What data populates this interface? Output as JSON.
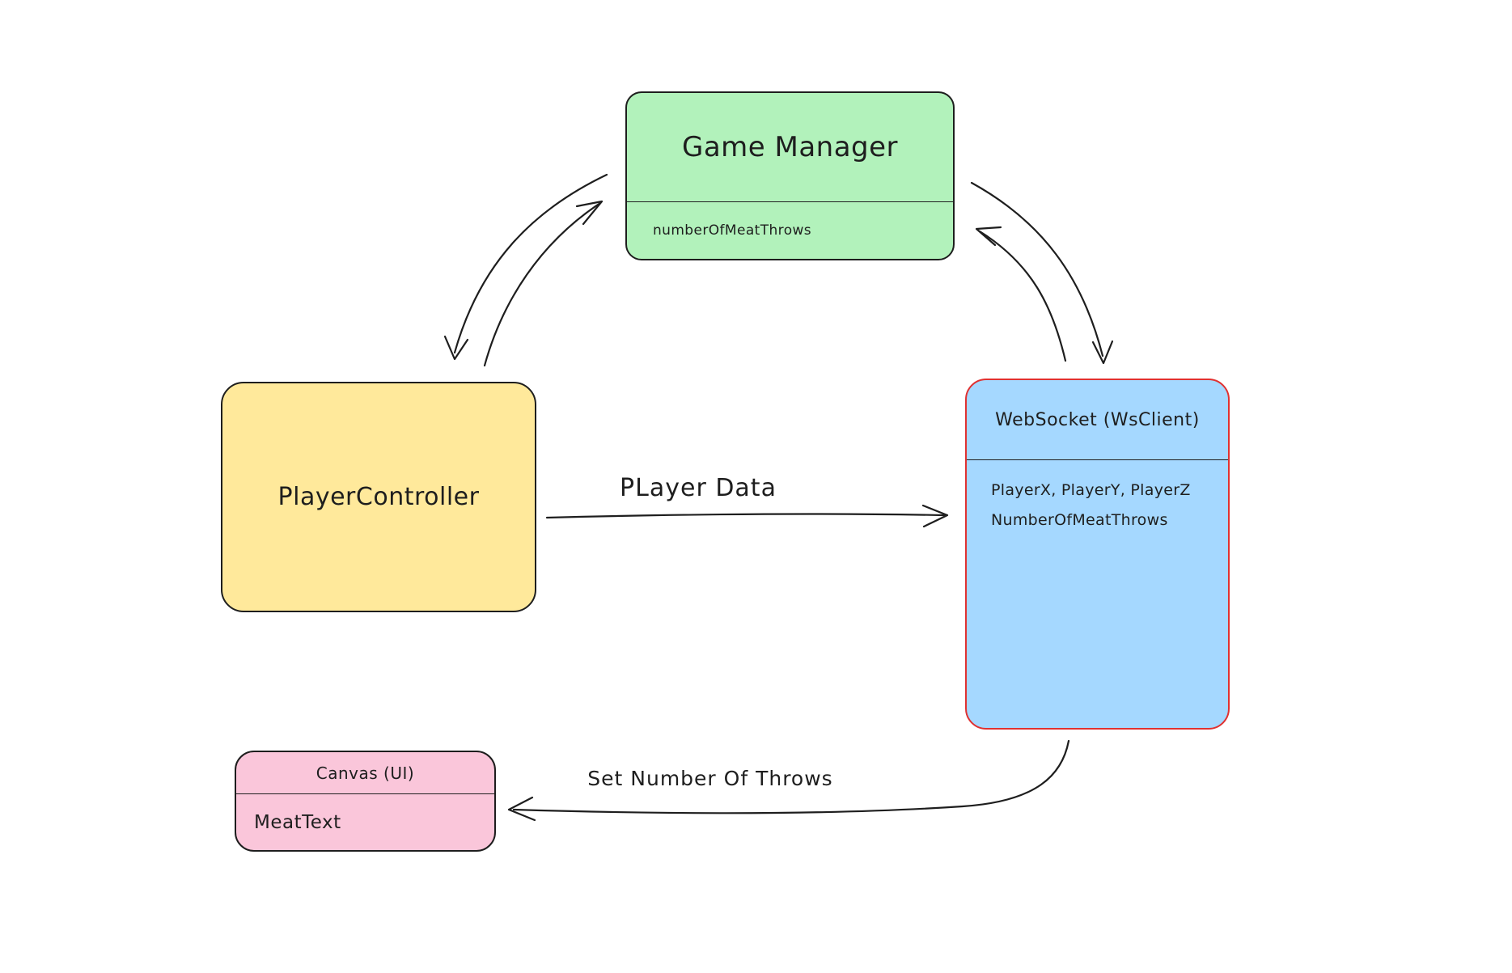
{
  "colors": {
    "bg": "#ffffff",
    "stroke": "#1e1e1e",
    "strokeRed": "#e03131",
    "green": "#b2f2bb",
    "yellow": "#ffe99b",
    "blue": "#a5d8ff",
    "pink": "#fac6da"
  },
  "nodes": {
    "game_manager": {
      "title": "Game Manager",
      "field": "numberOfMeatThrows"
    },
    "player_controller": {
      "title": "PlayerController"
    },
    "websocket": {
      "title": "WebSocket (WsClient)",
      "field_line1": "PlayerX, PlayerY, PlayerZ",
      "field_line2": "NumberOfMeatThrows"
    },
    "canvas_ui": {
      "title": "Canvas (UI)",
      "field": "MeatText"
    }
  },
  "edges": {
    "player_data": {
      "label": "PLayer Data"
    },
    "set_number_of_throws": {
      "label": "Set Number Of Throws"
    }
  }
}
